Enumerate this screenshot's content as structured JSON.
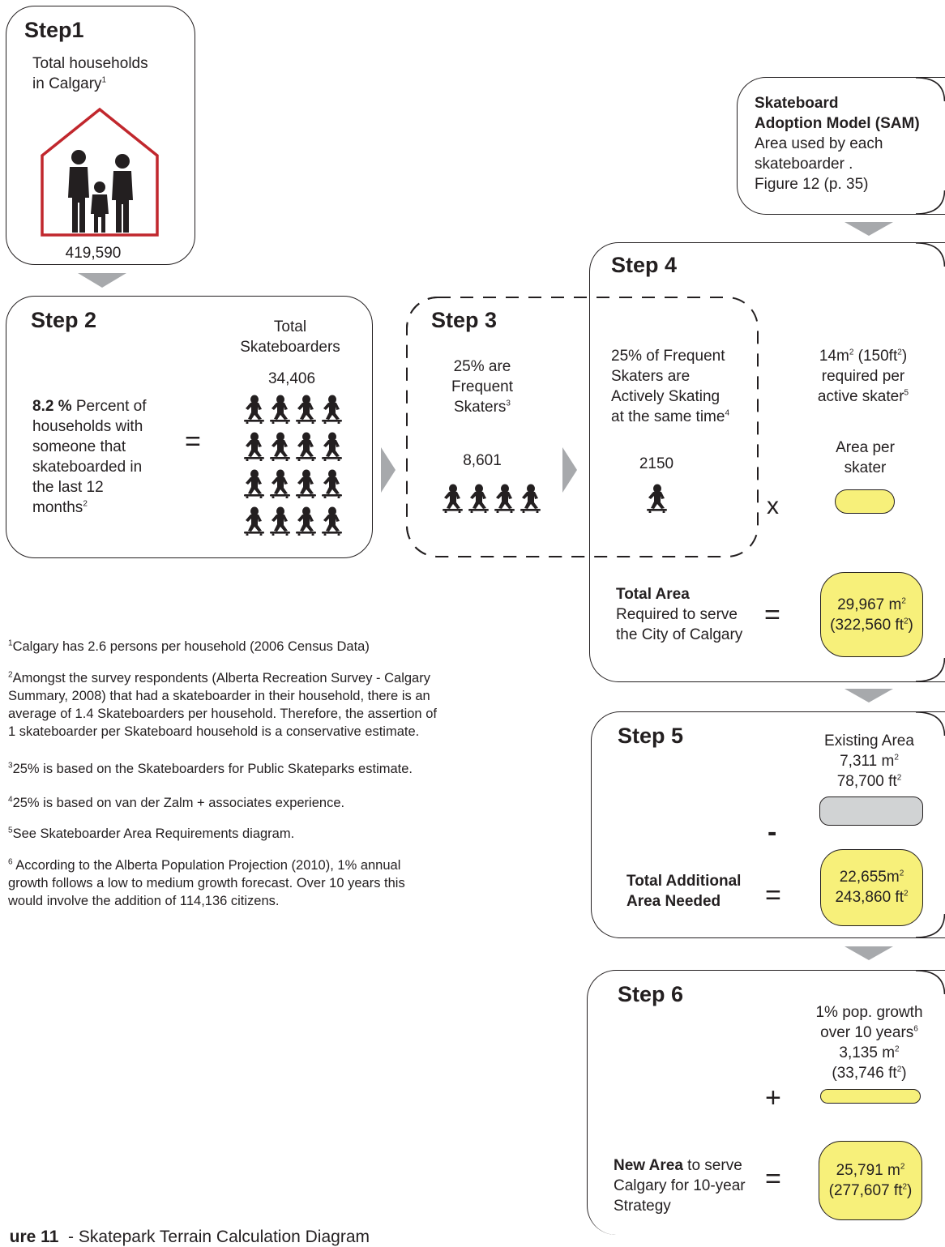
{
  "step1": {
    "title": "Step1",
    "label_a": "Total households",
    "label_b": "in Calgary",
    "ref": "1",
    "value": "419,590"
  },
  "step2": {
    "title": "Step 2",
    "pct": "8.2 %",
    "desc_a": " Percent of",
    "desc_b": "households with",
    "desc_c": "someone that",
    "desc_d": "skateboarded in",
    "desc_e": "the last 12",
    "desc_f": "months",
    "ref": "2",
    "total_a": "Total",
    "total_b": "Skateboarders",
    "value": "34,406",
    "operator": "="
  },
  "step3": {
    "title": "Step 3",
    "label_a": "25% are",
    "label_b": "Frequent",
    "label_c": "Skaters",
    "ref": "3",
    "value": "8,601"
  },
  "step4": {
    "title": "Step 4",
    "label_a": "25% of Frequent",
    "label_b": "Skaters are",
    "label_c": "Actively Skating",
    "label_d": "at the same time",
    "ref": "4",
    "value": "2150",
    "operator": "x",
    "area_a": "14m",
    "area_b": " (150ft",
    "area_c": ")",
    "area_d": "required per",
    "area_e": "active skater",
    "area_ref": "5",
    "per_a": "Area per",
    "per_b": "skater",
    "total_bold": "Total Area",
    "total_a": "Required to serve",
    "total_b": "the City of Calgary",
    "total_op": "=",
    "result_a": "29,967 m",
    "result_b": "(322,560 ft",
    "result_c": ")"
  },
  "sam": {
    "title_a": "Skateboard",
    "title_b": "Adoption Model (SAM)",
    "line_a": "Area used by each",
    "line_b": "skateboarder .",
    "line_c": "Figure 12 (p. 35)"
  },
  "step5": {
    "title": "Step 5",
    "existing": "Existing Area",
    "existing_m": "7,311 m",
    "existing_ft": "78,700 ft",
    "operator": "-",
    "total_a": "Total Additional",
    "total_b": "Area Needed",
    "total_op": "=",
    "result_a": "22,655m",
    "result_b": "243,860 ft"
  },
  "step6": {
    "title": "Step 6",
    "growth_a": "1% pop. growth",
    "growth_b": "over 10 years",
    "growth_ref": "6",
    "growth_m": "3,135 m",
    "growth_ft_a": "(33,746 ft",
    "growth_ft_b": ")",
    "operator": "+",
    "new_bold": "New Area",
    "new_a": " to serve",
    "new_b": "Calgary for 10-year",
    "new_c": "Strategy",
    "total_op": "=",
    "result_a": "25,791 m",
    "result_b": "(277,607 ft",
    "result_c": ")"
  },
  "sup2": "2",
  "footnotes": [
    {
      "num": "1",
      "text": "Calgary has 2.6 persons per household (2006 Census Data)"
    },
    {
      "num": "2",
      "l1": "Amongst the survey respondents (Alberta Recreation Survey - Calgary",
      "l2": "Summary, 2008) that had a skateboarder in their household, there is an",
      "l3": "average of 1.4 Skateboarders per household. Therefore, the assertion of",
      "l4": "1 skateboarder per Skateboard household is a conservative estimate."
    },
    {
      "num": "3",
      "text": "25% is based on the Skateboarders for Public Skateparks estimate."
    },
    {
      "num": "4",
      "text": "25% is based on van der Zalm + associates experience."
    },
    {
      "num": "5",
      "text": "See Skateboarder Area Requirements diagram."
    },
    {
      "num": "6",
      "l1": " According to the Alberta Population Projection (2010), 1% annual",
      "l2": "growth follows a low to medium growth forecast. Over 10 years this",
      "l3": "would involve the addition of 114,136 citizens."
    }
  ],
  "caption": {
    "bold": "ure 11",
    "text": "  - Skatepark Terrain Calculation Diagram"
  },
  "colors": {
    "house": "#c1272d",
    "pill_yellow": "#f7f07a",
    "pill_grey": "#d1d3d4",
    "arrow_grey": "#a7a9ac",
    "ink": "#231f20"
  }
}
